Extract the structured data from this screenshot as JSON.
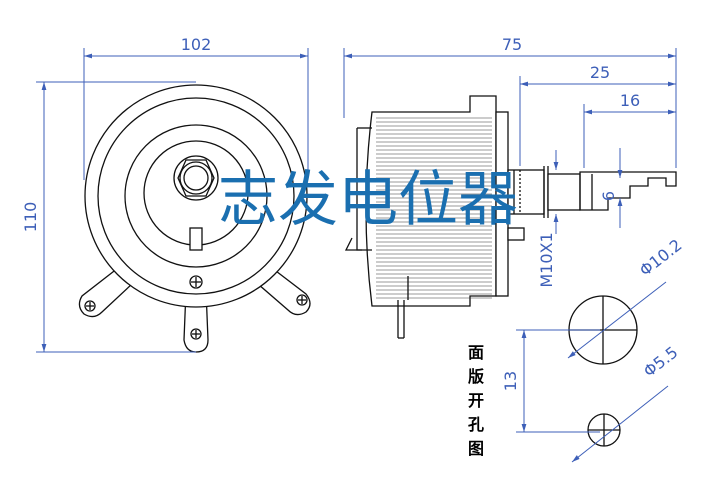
{
  "dimensions": {
    "front_width": "102",
    "front_height": "110",
    "total_length": "75",
    "shaft_length": "25",
    "shaft_end": "16",
    "flat_width": "6",
    "thread": "M10X1",
    "hole_large": "Φ10.2",
    "hole_small": "Φ5.5",
    "hole_spacing": "13"
  },
  "watermark": "志发电位器",
  "panel_cutout_label": [
    "面",
    "版",
    "开",
    "孔",
    "图"
  ],
  "colors": {
    "dimension": "#3d5fb8",
    "watermark": "#1a6fb0",
    "outline": "#111111"
  }
}
